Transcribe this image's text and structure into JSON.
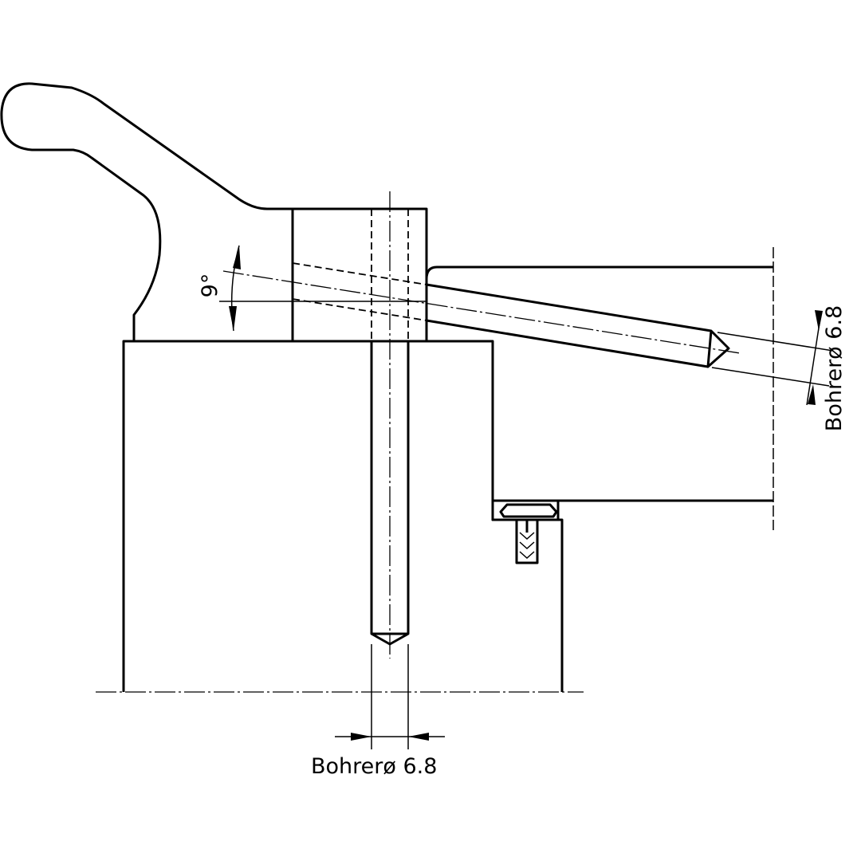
{
  "drawing": {
    "angle_label": "9°",
    "bottom_dimension_label": "Bohrerø 6.8",
    "right_dimension_label": "Bohrerø 6.8"
  }
}
